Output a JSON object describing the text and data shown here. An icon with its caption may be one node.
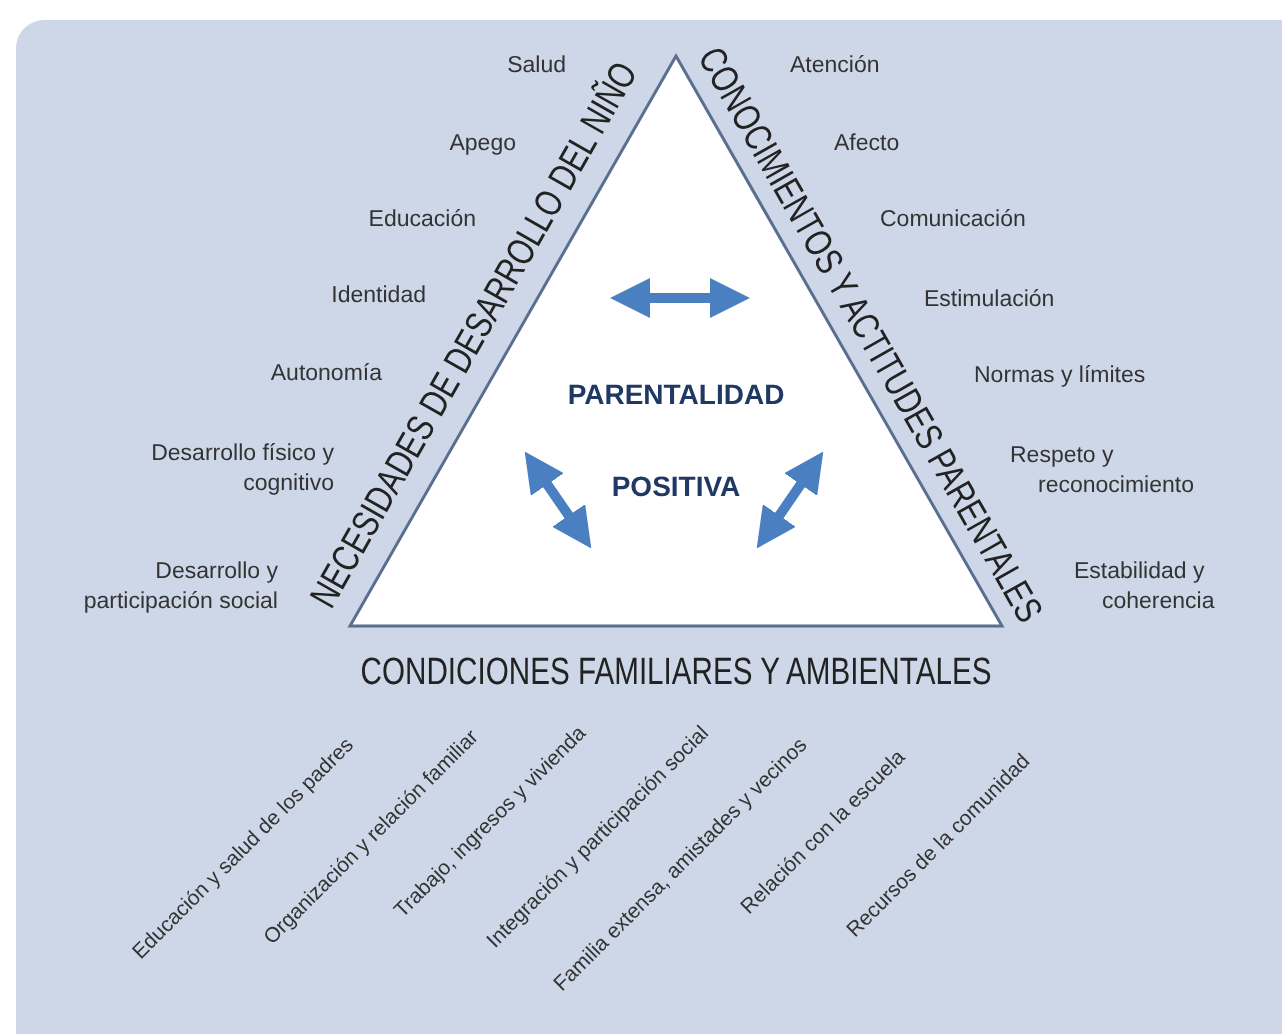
{
  "diagram": {
    "nodes": [
      {
        "text": [
          "PARENTALIDAD POSITIVA"
        ]
      }
    ],
    "labels": [
      "Salud",
      "Apego",
      "Educación",
      "Identidad",
      "Autonomía",
      "Desarrollo físico y cognitivo",
      "Desarrollo y participación social",
      "NECESIDADES DE DESARROLLO DEL NIÑO",
      "CONOCIMIENTOS Y ACTITUDES PARENTALES",
      "Atención",
      "Afecto",
      "Comunicación",
      "Estimulación",
      "Normas y límites",
      "Respeto y reconocimiento",
      "Estabilidad y coherencia",
      "CONDICIONES FAMILIARES Y AMBIENTALES",
      "Educación y salud de los padres",
      "Organización y relación familiar",
      "Trabajo, ingresos y vivienda",
      "Integración y participación social",
      "Familia extensa, amistades y vecinos",
      "Relación con la escuela",
      "Recursos de la comunidad"
    ]
  }
}
